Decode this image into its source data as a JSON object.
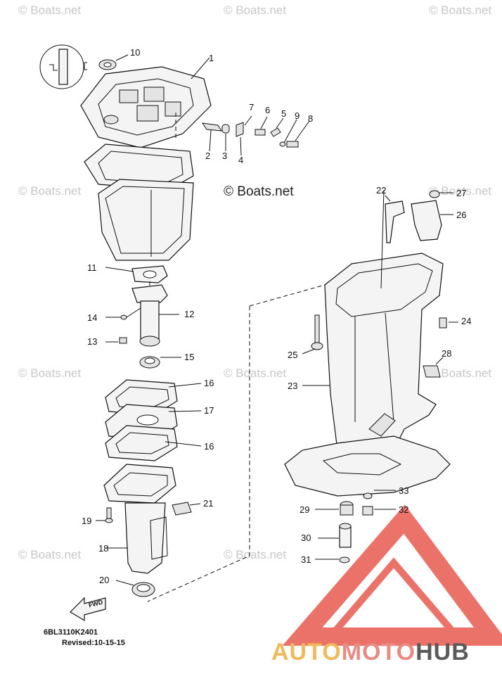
{
  "watermarks": {
    "corner_text": "© Boats.net",
    "center_text": "© Boats.net"
  },
  "callouts": {
    "c1": "1",
    "c2": "2",
    "c3": "3",
    "c4": "4",
    "c5": "5",
    "c6": "6",
    "c7": "7",
    "c8": "8",
    "c9": "9",
    "c10": "10",
    "c11": "11",
    "c12": "12",
    "c13": "13",
    "c14": "14",
    "c15": "15",
    "c16a": "16",
    "c16b": "16",
    "c17": "17",
    "c18": "18",
    "c19": "19",
    "c20": "20",
    "c21": "21",
    "c22": "22",
    "c23": "23",
    "c24": "24",
    "c25": "25",
    "c26": "26",
    "c27": "27",
    "c28": "28",
    "c29": "29",
    "c30": "30",
    "c31": "31",
    "c32": "32",
    "c33": "33"
  },
  "fwd_arrow_label": "FWD",
  "drawing_code": "6BL3110K2401",
  "revised": "Revised:10-15-15",
  "logo": {
    "part1": "AUTO",
    "part2": "MOTO",
    "part3": "HUB",
    "colors": {
      "auto": "#f0b95c",
      "moto": "#e98a83",
      "hub": "#5a5a5a",
      "triangle": "#e85a50"
    }
  }
}
